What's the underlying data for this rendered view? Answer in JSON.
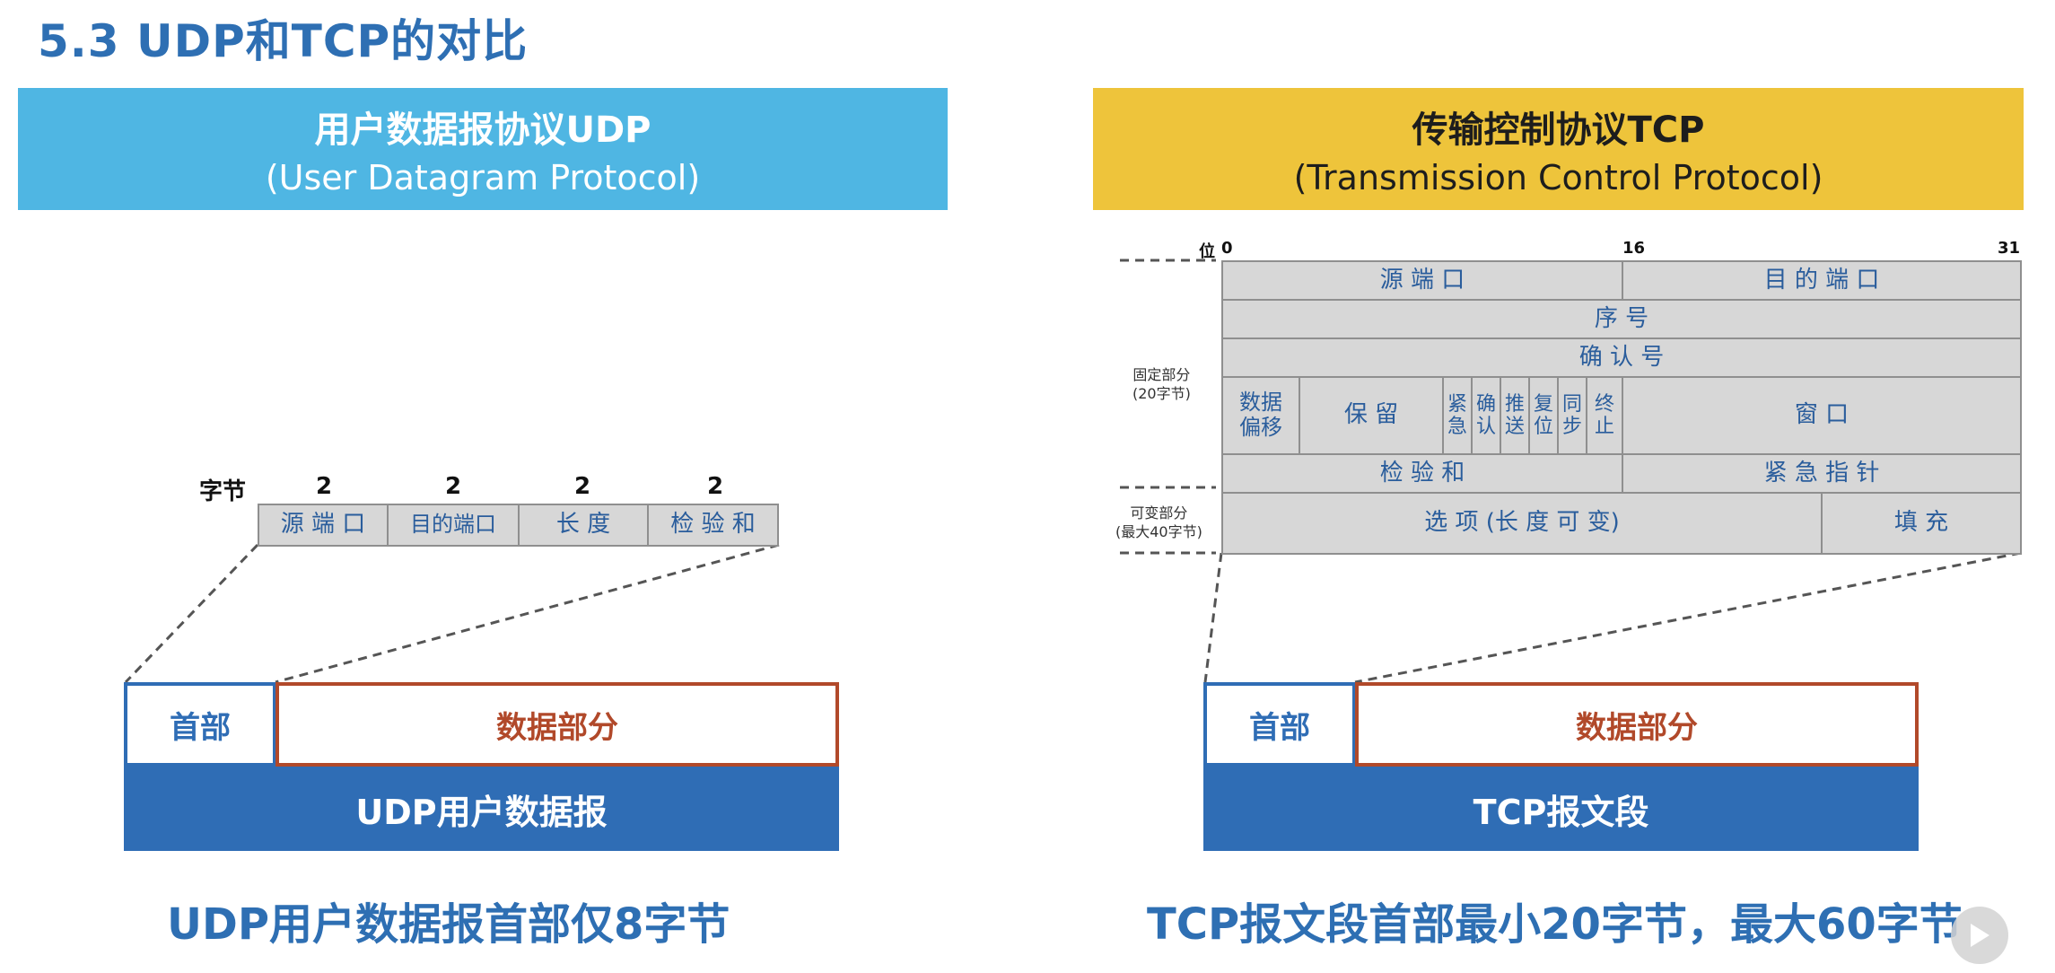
{
  "title": "5.3 UDP和TCP的对比",
  "udp": {
    "banner_cn": "用户数据报协议UDP",
    "banner_en_pre": "(",
    "banner_en": "(User Datagram Protocol)",
    "bytes_label": "字节",
    "byte_counts": [
      "2",
      "2",
      "2",
      "2"
    ],
    "fields": [
      "源 端 口",
      "目的端口",
      "长 度",
      "检 验 和"
    ],
    "header_label": "首部",
    "data_label": "数据部分",
    "bar_label": "UDP用户数据报",
    "caption": "UDP用户数据报首部仅8字节"
  },
  "tcp": {
    "banner_cn": "传输控制协议TCP",
    "banner_en": "(Transmission Control Protocol)",
    "bit_label": "位",
    "bit_0": "0",
    "bit_16": "16",
    "bit_31": "31",
    "fixed_label_1": "固定部分",
    "fixed_label_2": "(20字节)",
    "variable_label_1": "可变部分",
    "variable_label_2": "(最大40字节)",
    "fields": {
      "src_port": "源 端 口",
      "dst_port": "目 的 端 口",
      "seq": "序 号",
      "ack": "确 认 号",
      "offset": "数据偏移",
      "reserved": "保 留",
      "flags": [
        "紧急",
        "确认",
        "推送",
        "复位",
        "同步",
        "终止"
      ],
      "window": "窗 口",
      "checksum": "检 验 和",
      "urgent_ptr": "紧 急 指 针",
      "options": "选 项 (长 度 可 变)",
      "padding": "填 充"
    },
    "header_label": "首部",
    "data_label": "数据部分",
    "bar_label": "TCP报文段",
    "caption": "TCP报文段首部最小20字节，最大60字节"
  },
  "colors": {
    "title_blue": "#2e6fb3",
    "udp_banner": "#4fb6e3",
    "tcp_banner": "#eec43b",
    "header_border": "#2f6db5",
    "data_border": "#b1492a",
    "bar_fill": "#2f6db5",
    "cell_fill": "#d7d7d7"
  }
}
